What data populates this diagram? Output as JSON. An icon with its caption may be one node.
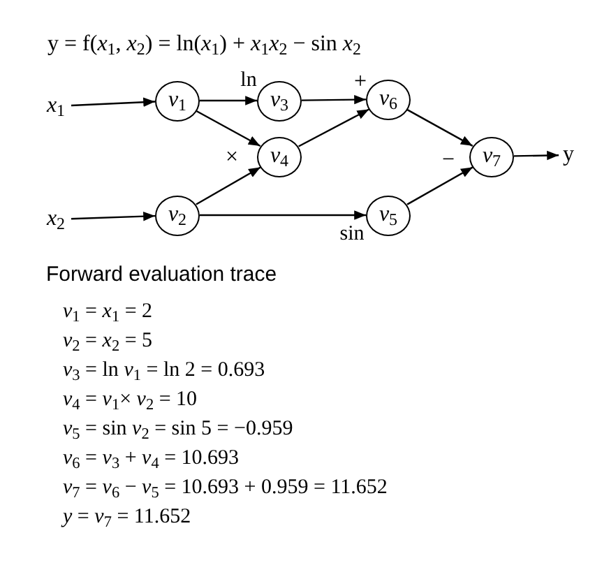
{
  "diagram": {
    "title": "y = f(*x*$_{1}$, *x*$_{2}$) = ln(*x*$_{1}$) + *x*$_{1}$*x*$_{2}$ − sin *x*$_{2}$",
    "nodes": [
      {
        "text": [
          "*x*$_{1}$"
        ]
      },
      {
        "text": [
          "*v*$_{1}$"
        ]
      },
      {
        "text": [
          "*v*$_{3}$"
        ]
      },
      {
        "text": [
          "*v*$_{6}$"
        ],
        "beside": [
          "+"
        ]
      },
      {
        "text": [
          "*v*$_{4}$"
        ],
        "beside": [
          "×"
        ]
      },
      {
        "text": [
          "*v*$_{7}$"
        ],
        "beside": [
          "−"
        ]
      },
      {
        "text": [
          "y"
        ]
      },
      {
        "text": [
          "*x*$_{2}$"
        ]
      },
      {
        "text": [
          "*v*$_{2}$"
        ]
      },
      {
        "text": [
          "*v*$_{5}$"
        ]
      }
    ],
    "edges": [
      {
        "from": 0,
        "to": 1,
        "arrow": "to"
      },
      {
        "from": 1,
        "to": 2,
        "arrow": "to",
        "label": "ln"
      },
      {
        "from": 1,
        "to": 4,
        "arrow": "to"
      },
      {
        "from": 2,
        "to": 3,
        "arrow": "to"
      },
      {
        "from": 4,
        "to": 3,
        "arrow": "to"
      },
      {
        "from": 3,
        "to": 5,
        "arrow": "to"
      },
      {
        "from": 5,
        "to": 6,
        "arrow": "to"
      },
      {
        "from": 7,
        "to": 8,
        "arrow": "to"
      },
      {
        "from": 8,
        "to": 4,
        "arrow": "to"
      },
      {
        "from": 8,
        "to": 9,
        "arrow": "to",
        "label": "sin"
      },
      {
        "from": 9,
        "to": 5,
        "arrow": "to"
      }
    ],
    "labels": [
      "Forward evaluation trace",
      "*v*$_{1}$ = *x*$_{1}$ = 2",
      "*v*$_{2}$ = *x*$_{2}$ = 5",
      "*v*$_{3}$ = ln *v*$_{1}$ = ln 2 = 0.693",
      "*v*$_{4}$ = *v*$_{1}$× *v*$_{2}$ = 10",
      "*v*$_{5}$ = sin *v*$_{2}$ = sin 5 = −0.959",
      "*v*$_{6}$ = *v*$_{3}$ + *v*$_{4}$ = 10.693",
      "*v*$_{7}$ = *v*$_{6}$ − *v*$_{5}$ = 10.693 + 0.959 = 11.652",
      "*y* = *v*$_{7}$ = 11.652"
    ]
  }
}
